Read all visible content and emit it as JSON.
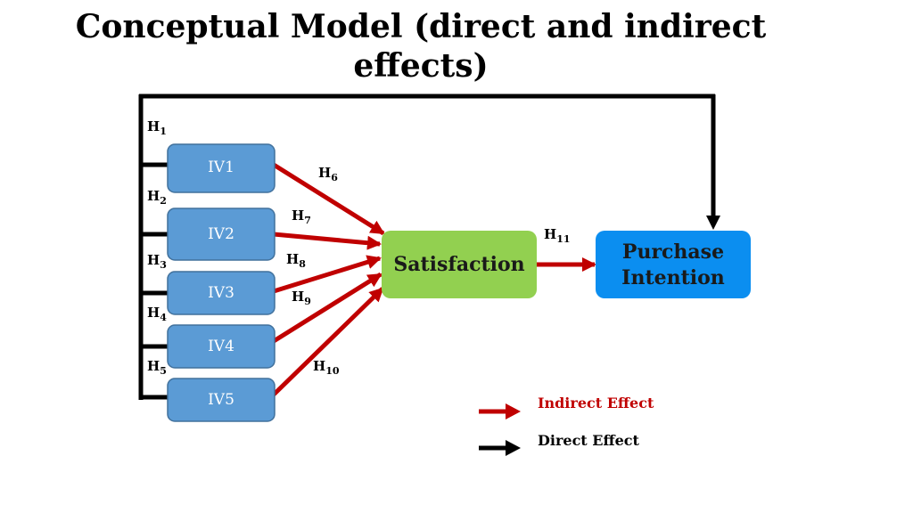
{
  "title_line1": "Conceptual Model (direct and indirect",
  "title_line2": "effects)",
  "iv_boxes": [
    {
      "id": "iv1",
      "label": "IV1"
    },
    {
      "id": "iv2",
      "label": "IV2"
    },
    {
      "id": "iv3",
      "label": "IV3"
    },
    {
      "id": "iv4",
      "label": "IV4"
    },
    {
      "id": "iv5",
      "label": "IV5"
    }
  ],
  "satisfaction": {
    "label": "Satisfaction"
  },
  "purchase_intention": {
    "line1": "Purchase",
    "line2": "Intention"
  },
  "hypotheses": {
    "h1": {
      "base": "H",
      "sub": "1"
    },
    "h2": {
      "base": "H",
      "sub": "2"
    },
    "h3": {
      "base": "H",
      "sub": "3"
    },
    "h4": {
      "base": "H",
      "sub": "4"
    },
    "h5": {
      "base": "H",
      "sub": "5"
    },
    "h6": {
      "base": "H",
      "sub": "6"
    },
    "h7": {
      "base": "H",
      "sub": "7"
    },
    "h8": {
      "base": "H",
      "sub": "8"
    },
    "h9": {
      "base": "H",
      "sub": "9"
    },
    "h10": {
      "base": "H",
      "sub": "10"
    },
    "h11": {
      "base": "H",
      "sub": "11"
    }
  },
  "legend": {
    "indirect": {
      "label": "Indirect Effect",
      "color": "#c00000"
    },
    "direct": {
      "label": "Direct Effect",
      "color": "#000000"
    }
  },
  "colors": {
    "iv_fill": "#5b9bd5",
    "satisfaction_fill": "#92d050",
    "purchase_fill": "#0b8ef0",
    "indirect_arrow": "#c00000",
    "direct_line": "#000000"
  }
}
